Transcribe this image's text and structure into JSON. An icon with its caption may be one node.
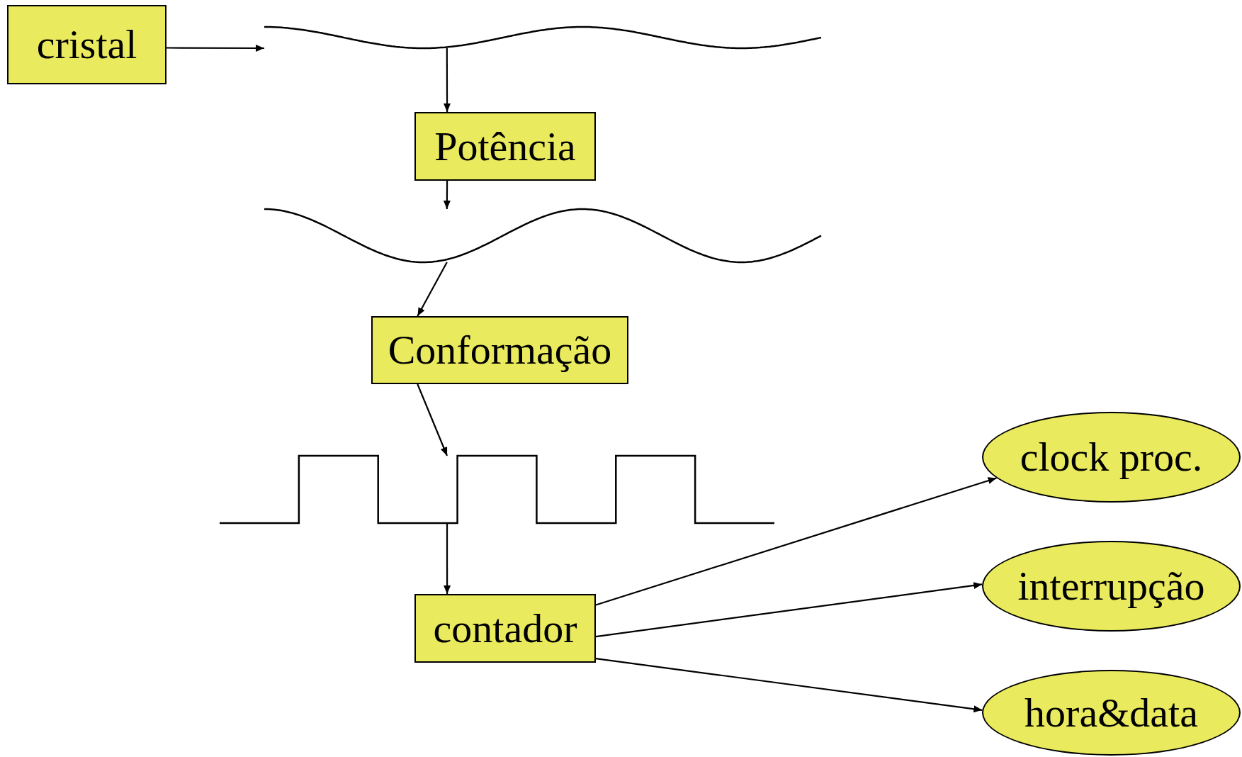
{
  "diagram": {
    "nodes": [
      {
        "text": [
          "cristal"
        ]
      },
      {
        "text": [],
        "shape": "wave"
      },
      {
        "text": [
          "Potência"
        ]
      },
      {
        "text": [],
        "shape": "wave"
      },
      {
        "text": [
          "Conformação"
        ]
      },
      {
        "text": [],
        "shape": "pulse"
      },
      {
        "text": [
          "contador"
        ]
      },
      {
        "text": [
          "clock proc."
        ]
      },
      {
        "text": [
          "interrupção"
        ]
      },
      {
        "text": [
          "hora&data"
        ]
      }
    ],
    "edges": [
      {
        "from": 0,
        "to": 1,
        "arrow": "to"
      },
      {
        "from": 1,
        "to": 2,
        "arrow": "to"
      },
      {
        "from": 2,
        "to": 3,
        "arrow": "to"
      },
      {
        "from": 3,
        "to": 4,
        "arrow": "to"
      },
      {
        "from": 4,
        "to": 5,
        "arrow": "to"
      },
      {
        "from": 5,
        "to": 6,
        "arrow": "to"
      },
      {
        "from": 6,
        "to": 7,
        "arrow": "to"
      },
      {
        "from": 6,
        "to": 8,
        "arrow": "to"
      },
      {
        "from": 6,
        "to": 9,
        "arrow": "to"
      }
    ]
  }
}
